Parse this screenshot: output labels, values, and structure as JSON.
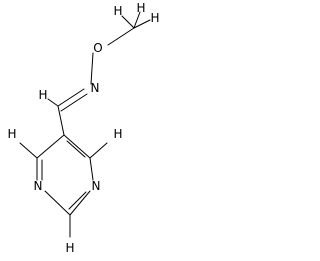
{
  "molecule": {
    "atoms": {
      "methyl_carbon": "C",
      "methyl_hydrogens": [
        "H",
        "H",
        "H"
      ],
      "oxygen": "O",
      "imine_nitrogen": "N",
      "imine_hydrogen": "H",
      "ring_hydrogen_left": "H",
      "ring_hydrogen_right": "H",
      "ring_nitrogen_left": "N",
      "ring_nitrogen_right": "N",
      "ring_hydrogen_bottom": "H"
    }
  }
}
